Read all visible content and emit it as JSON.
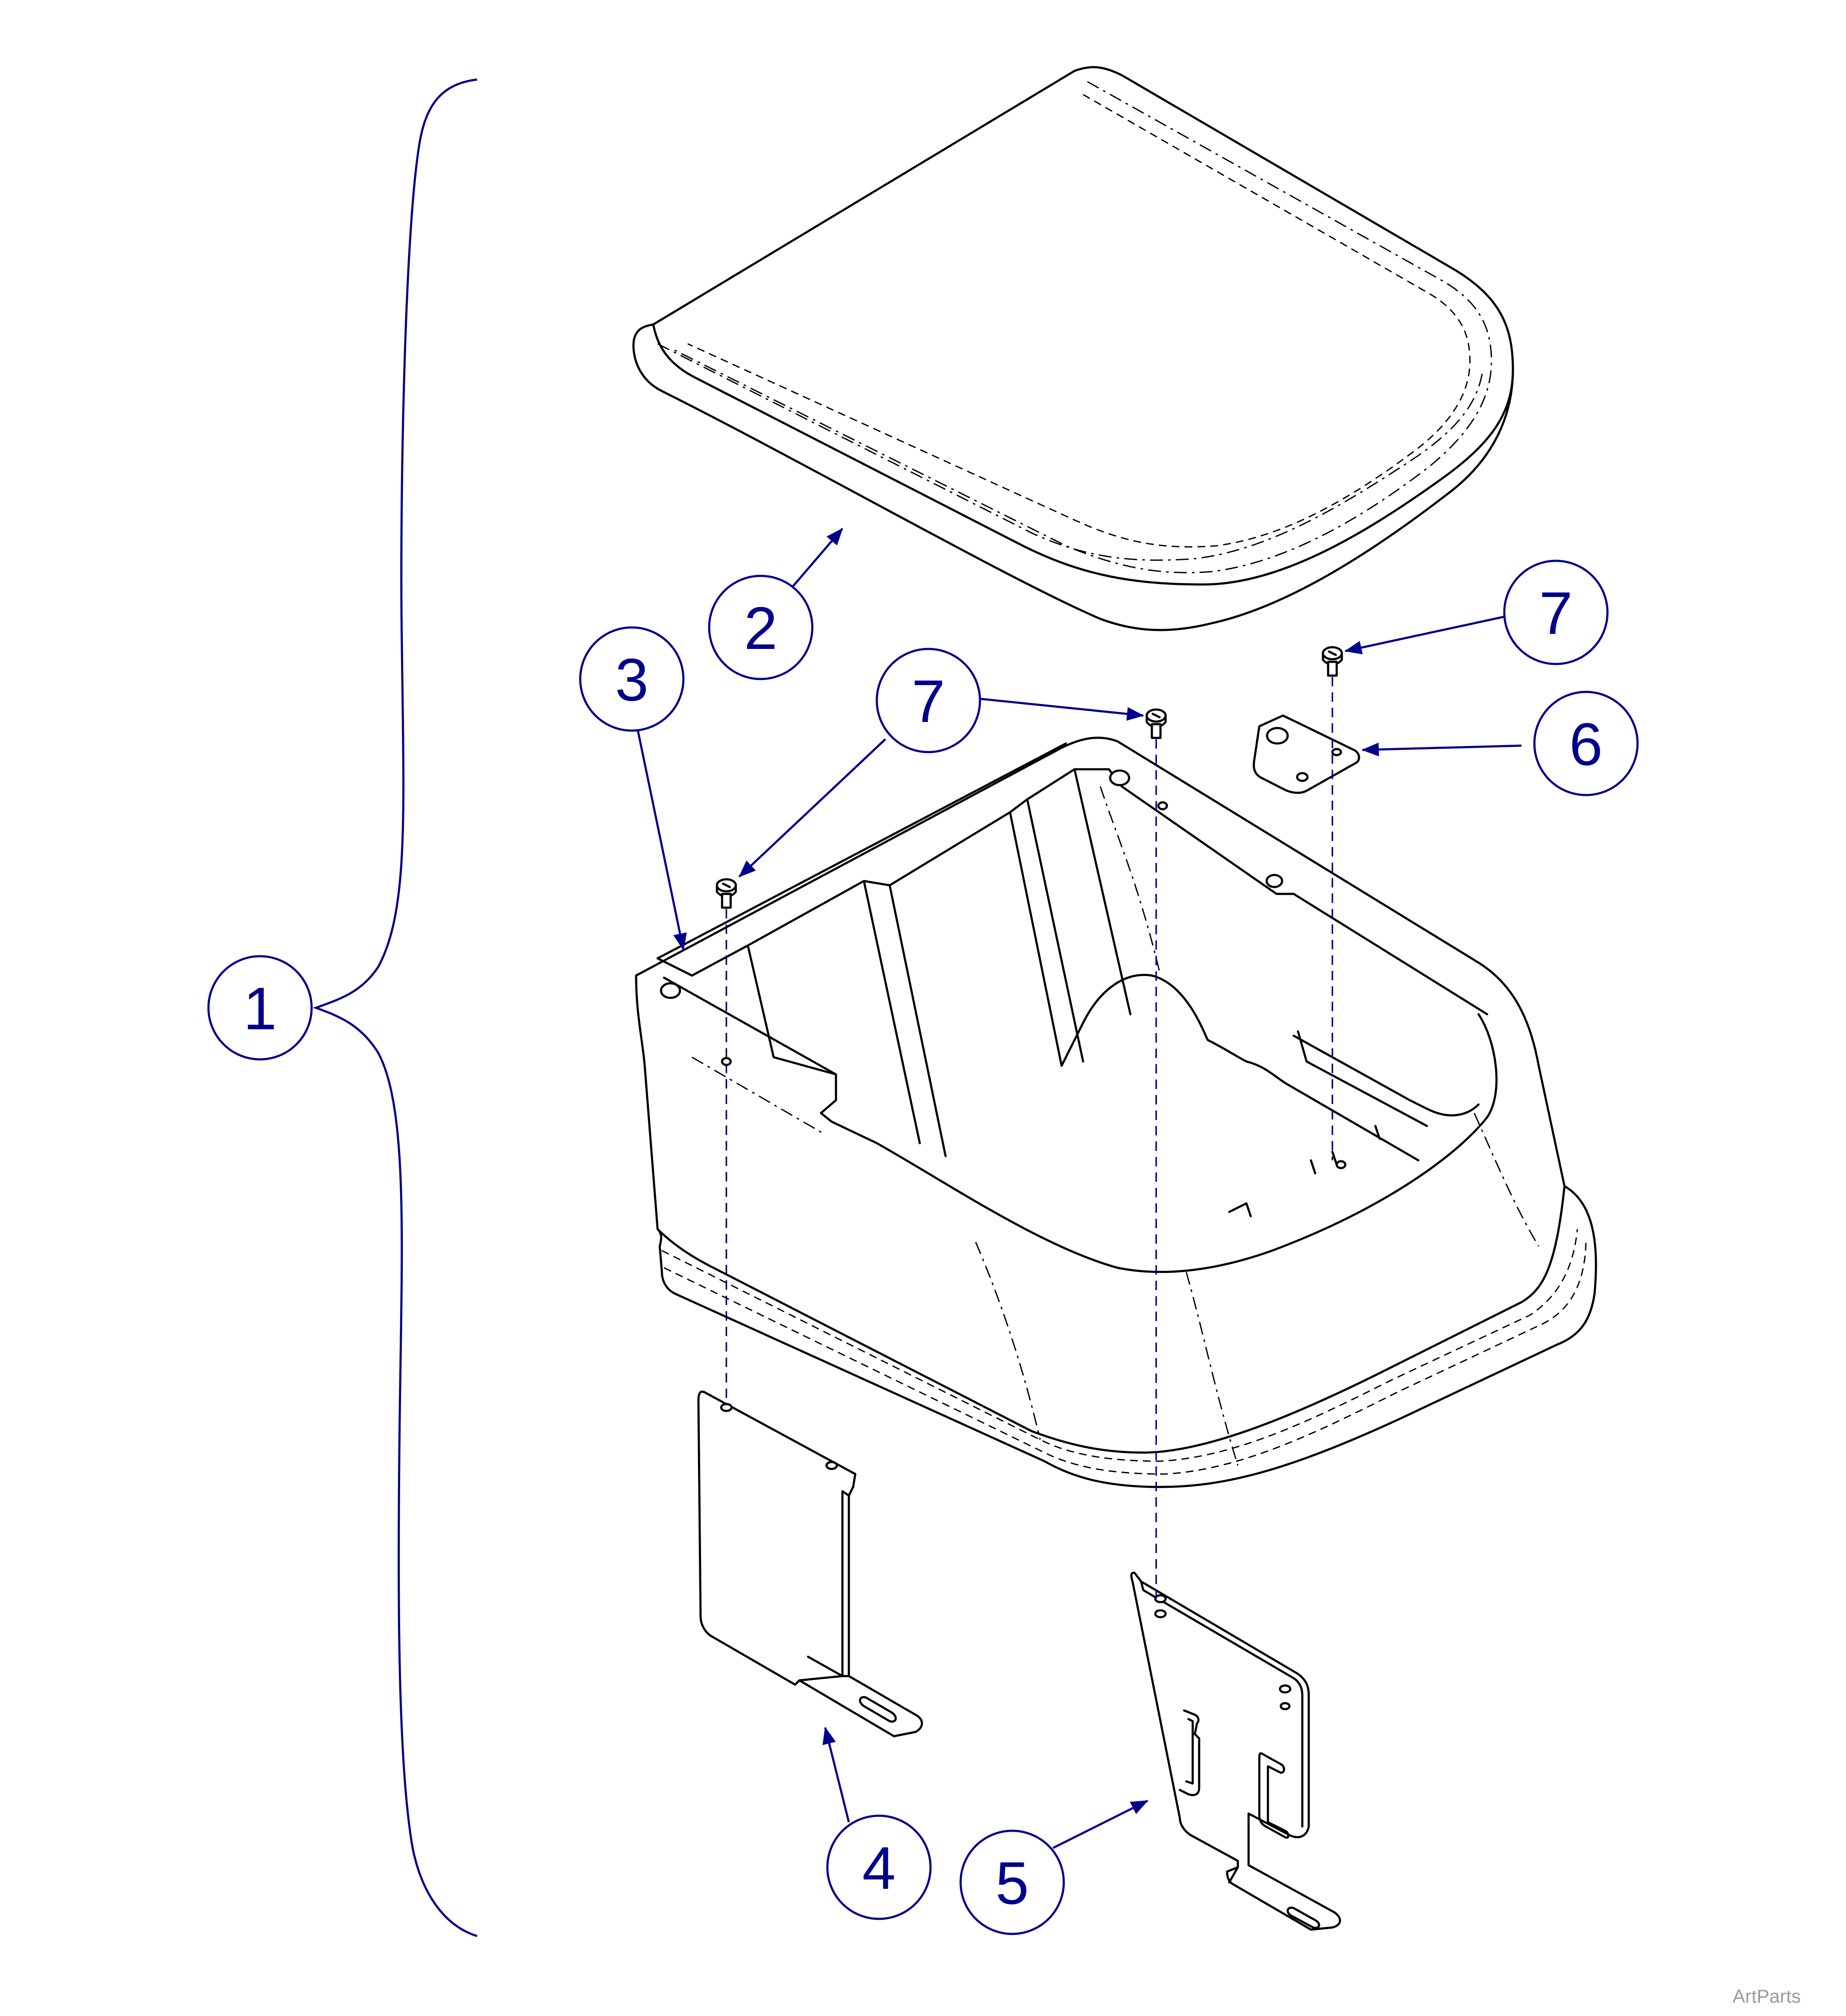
{
  "callouts": {
    "c1": "1",
    "c2": "2",
    "c3": "3",
    "c4": "4",
    "c5": "5",
    "c6": "6",
    "c7a": "7",
    "c7b": "7",
    "c7c": "7"
  },
  "watermark": "ArtParts",
  "colors": {
    "callout": "#00008b",
    "line": "#000000",
    "background": "#ffffff"
  }
}
